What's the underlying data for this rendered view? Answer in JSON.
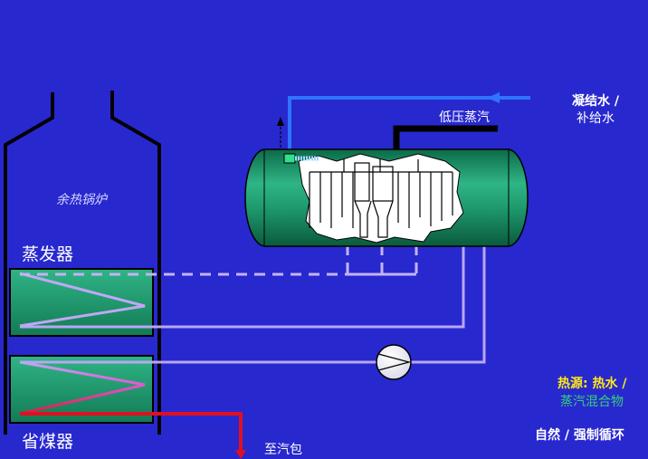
{
  "colors": {
    "background": "#2828cf",
    "drum_green": "#1f9a6e",
    "pipe_lavender": "#b9a6f2",
    "pipe_dashed": "#c5b3f5",
    "feed_blue": "#2f74ff",
    "hot_red": "#e01020",
    "coil_pink": "#e050c8",
    "steam_black": "#000000",
    "label_yellow": "#ffe81a",
    "label_green": "#33d07a"
  },
  "labels": {
    "boiler": "余热锅炉",
    "evaporator": "蒸发器",
    "economizer": "省煤器",
    "low_pressure_steam": "低压蒸汽",
    "condensate_line1": "凝结水 /",
    "condensate_line2": "补给水",
    "to_drum": "至汽包",
    "heat_source_prefix": "热源:",
    "heat_source_hot_water": "热水 /",
    "heat_source_line2": "蒸汽混合物",
    "circulation": "自然 / 强制循环"
  },
  "icons": {
    "pump": "circulation-pump-icon"
  }
}
